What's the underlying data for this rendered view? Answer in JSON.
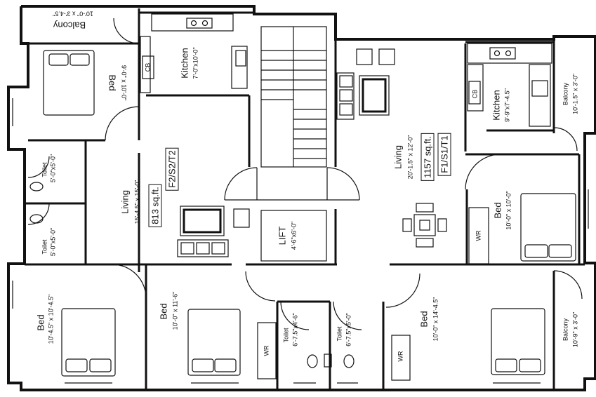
{
  "plan": {
    "units": [
      {
        "code": "F2/S2/T2",
        "area": "813 sq.ft."
      },
      {
        "code": "F1/S1/T1",
        "area": "1157 sq.ft."
      }
    ],
    "rooms": {
      "balcony_top": {
        "name": "Balcony",
        "dims": "10'-0\" x 3'-4.5\""
      },
      "bed_tl": {
        "name": "Bed",
        "dims": "9'-0\" x 10'-0\""
      },
      "kitchen_l": {
        "name": "Kitchen",
        "dims": "7'-0\"x10'-0\""
      },
      "cb_l": {
        "name": "CB"
      },
      "living_l": {
        "name": "Living",
        "dims": "15'-4.5\" x 15'-0\""
      },
      "toilet_l1": {
        "name": "Toilet",
        "dims": "5'-0\"x5'-0\""
      },
      "toilet_l2": {
        "name": "Toilet",
        "dims": "5'-0\"x5'-0\""
      },
      "bed_bl": {
        "name": "Bed",
        "dims": "10'-4.5\" x 10'-4.5\""
      },
      "bed_bm": {
        "name": "Bed",
        "dims": "10'-0\" x 11'-6\""
      },
      "wr_bm": {
        "name": "WR"
      },
      "toilet_b1": {
        "name": "Toilet",
        "dims": "6'-7.5\"x4'-6\""
      },
      "toilet_b2": {
        "name": "Toilet",
        "dims": "6'-7.5\"x5'-0\""
      },
      "lift": {
        "name": "LIFT",
        "dims": "4'-6\"x6'-0\""
      },
      "living_r": {
        "name": "Living",
        "dims": "20'-1.5\" x 12'-0\""
      },
      "kitchen_r": {
        "name": "Kitchen",
        "dims": "9'-9\"x7'-4.5\""
      },
      "cb_r": {
        "name": "CB"
      },
      "balcony_r": {
        "name": "Balcony",
        "dims": "10'-1.5\" x 3'-0\""
      },
      "bed_r": {
        "name": "Bed",
        "dims": "10'-0\" x 10'-0\""
      },
      "wr_r": {
        "name": "WR"
      },
      "bed_br": {
        "name": "Bed",
        "dims": "10'-0\" x 14'-4.5\""
      },
      "wr_br": {
        "name": "WR"
      },
      "balcony_br": {
        "name": "Balcony",
        "dims": "10'-9\" x 3'-0\""
      }
    }
  }
}
